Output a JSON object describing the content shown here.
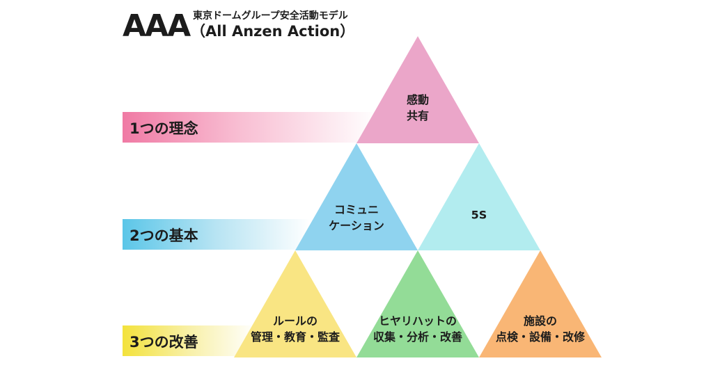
{
  "header": {
    "logo": "AAA",
    "subtitle_jp": "東京ドームグループ安全活動モデル",
    "subtitle_en": "（All Anzen Action）"
  },
  "levels": [
    {
      "label": "1つの理念",
      "color": "#f07aa4"
    },
    {
      "label": "2つの基本",
      "color": "#5bc6e8"
    },
    {
      "label": "3つの改善",
      "color": "#f3e23c"
    }
  ],
  "triangles": {
    "top": {
      "lines": [
        "感動",
        "共有"
      ],
      "color": "#eba6c9"
    },
    "middle_left": {
      "lines": [
        "コミュニ",
        "ケーション"
      ],
      "color": "#8fd3ef"
    },
    "middle_right": {
      "lines": [
        "5S"
      ],
      "color": "#b2ecef"
    },
    "bottom_left": {
      "lines": [
        "ルールの",
        "管理・教育・監査"
      ],
      "color": "#f9e583"
    },
    "bottom_middle": {
      "lines": [
        "ヒヤリハットの",
        "収集・分析・改善"
      ],
      "color": "#93dc97"
    },
    "bottom_right": {
      "lines": [
        "施設の",
        "点検・設備・改修"
      ],
      "color": "#f9b675"
    }
  }
}
